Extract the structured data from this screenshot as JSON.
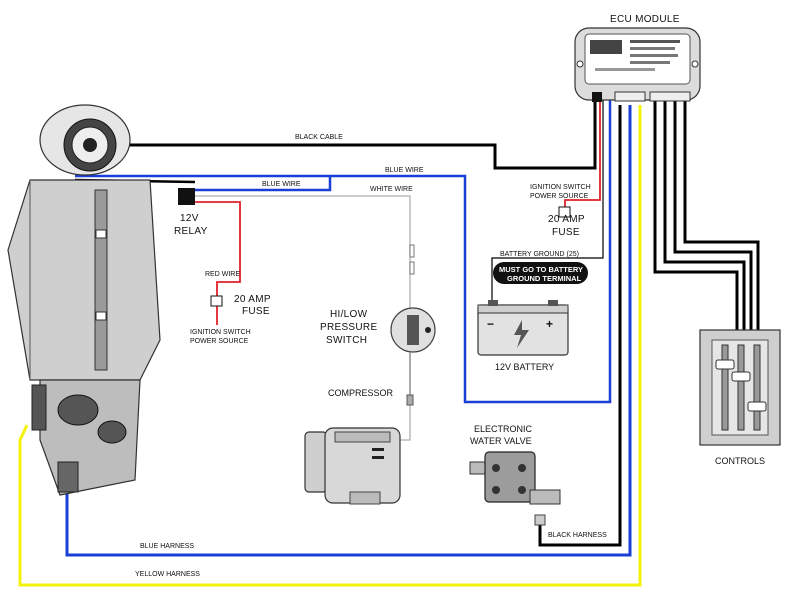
{
  "colors": {
    "black_wire": "#000000",
    "blue_wire": "#1a3fd6",
    "red_wire": "#e0212b",
    "yellow_wire": "#f2f20a",
    "white_wire": "#bbbbbb",
    "component_fill": "#cfcfcf",
    "component_dark": "#8a8a8a"
  },
  "labels": {
    "ecu_module": "ECU MODULE",
    "black_cable": "BLACK CABLE",
    "blue_wire_top": "BLUE WIRE",
    "blue_wire_relay": "BLUE WIRE",
    "white_wire": "WHITE WIRE",
    "relay_line1": "12V",
    "relay_line2": "RELAY",
    "red_wire": "RED WIRE",
    "fuse_left_line1": "20 AMP",
    "fuse_left_line2": "FUSE",
    "ign_left_line1": "IGNITION SWITCH",
    "ign_left_line2": "POWER SOURCE",
    "ign_right_line1": "IGNITION SWITCH",
    "ign_right_line2": "POWER SOURCE",
    "fuse_right_line1": "20 AMP",
    "fuse_right_line2": "FUSE",
    "battery_ground": "BATTERY GROUND (25)",
    "ground_banner_line1": "MUST GO TO BATTERY",
    "ground_banner_line2": "GROUND TERMINAL",
    "battery": "12V BATTERY",
    "battery_minus": "−",
    "battery_plus": "+",
    "pressure_line1": "HI/LOW",
    "pressure_line2": "PRESSURE",
    "pressure_line3": "SWITCH",
    "compressor": "COMPRESSOR",
    "valve_line1": "ELECTRONIC",
    "valve_line2": "WATER VALVE",
    "controls": "CONTROLS",
    "blue_harness": "BLUE HARNESS",
    "black_harness": "BLACK HARNESS",
    "yellow_harness": "YELLOW HARNESS"
  }
}
